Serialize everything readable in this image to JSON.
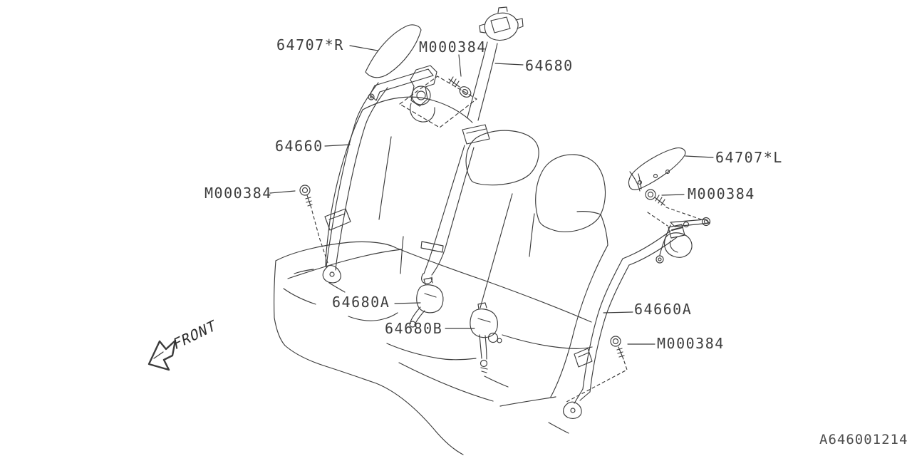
{
  "diagram": {
    "code": "A646001214",
    "front_label": "FRONT",
    "colors": {
      "line": "#3c3c3c",
      "label": "#3d3d3d",
      "background": "#ffffff"
    },
    "parts": [
      "64707*R",
      "M000384",
      "64680",
      "64660",
      "64707*L",
      "M000384",
      "M000384",
      "64680A",
      "64680B",
      "64660A",
      "M000384"
    ]
  }
}
